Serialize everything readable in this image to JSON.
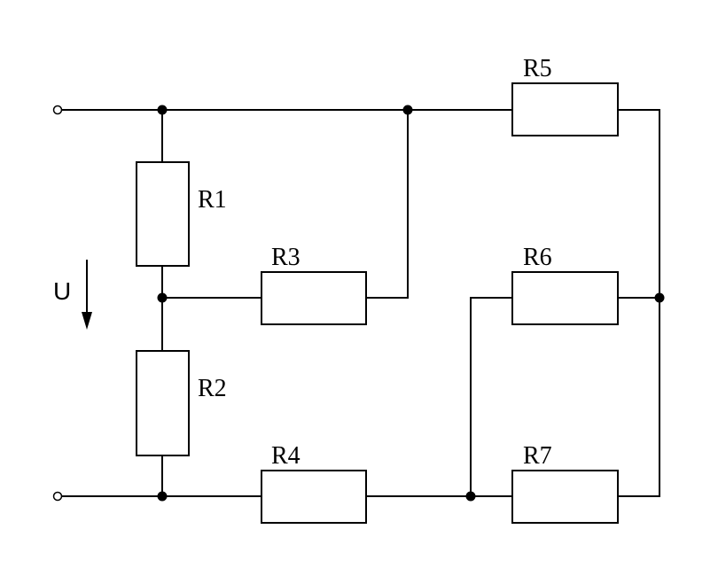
{
  "circuit": {
    "voltage_label": "U",
    "resistors": {
      "r1": "R1",
      "r2": "R2",
      "r3": "R3",
      "r4": "R4",
      "r5": "R5",
      "r6": "R6",
      "r7": "R7"
    }
  }
}
